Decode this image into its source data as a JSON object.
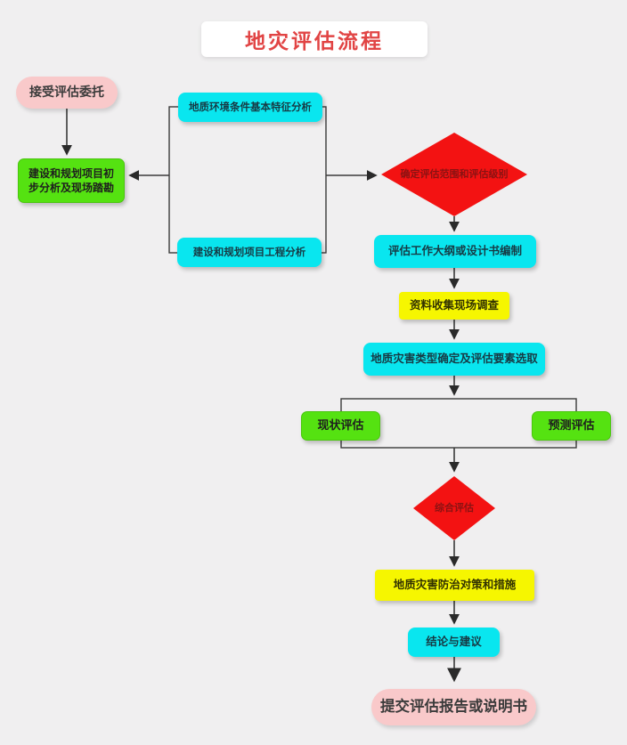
{
  "title": "地灾评估流程",
  "nodes": {
    "start": "接受评估委托",
    "initial_analysis": "建设和规划项目初步分析及现场踏勘",
    "geo_env_analysis": "地质环境条件基本特征分析",
    "project_analysis": "建设和规划项目工程分析",
    "scope_grade_decision": "确定评估范围和评估级别",
    "outline_design": "评估工作大纲或设计书编制",
    "data_collection": "资料收集现场调查",
    "hazard_type_selection": "地质灾害类型确定及评估要素选取",
    "current_assessment": "现状评估",
    "prediction_assessment": "预测评估",
    "comprehensive_assessment": "综合评估",
    "prevention_measures": "地质灾害防治对策和措施",
    "conclusion": "结论与建议",
    "final_report": "提交评估报告或说明书"
  },
  "colors": {
    "background": "#f0eff0",
    "title_text": "#e14444",
    "pink_node": "#f9c9ca",
    "green_node": "#55e211",
    "cyan_node": "#09e6ef",
    "yellow_node": "#f6f600",
    "red_diamond": "#f31212",
    "connector_line": "#3a3a3a"
  }
}
